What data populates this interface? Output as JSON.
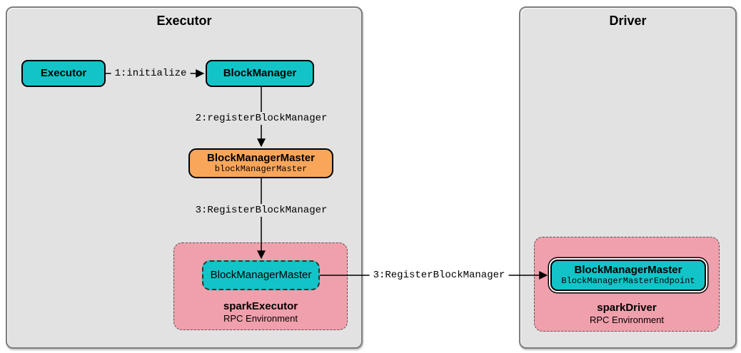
{
  "containers": {
    "executor": {
      "title": "Executor"
    },
    "driver": {
      "title": "Driver"
    }
  },
  "nodes": {
    "executor": {
      "label": "Executor"
    },
    "block_manager": {
      "label": "BlockManager"
    },
    "block_manager_master": {
      "label": "BlockManagerMaster",
      "sublabel": "blockManagerMaster"
    },
    "executor_rpc_ref": {
      "label": "BlockManagerMaster"
    },
    "driver_rpc_endpoint": {
      "label": "BlockManagerMaster",
      "sublabel": "BlockManagerMasterEndpoint"
    }
  },
  "environments": {
    "spark_executor": {
      "name": "sparkExecutor",
      "type": "RPC Environment"
    },
    "spark_driver": {
      "name": "sparkDriver",
      "type": "RPC Environment"
    }
  },
  "edges": {
    "initialize": {
      "label": "1:initialize"
    },
    "register_block_manager": {
      "label": "2:registerBlockManager"
    },
    "register_block_manager_rpc": {
      "label": "3:RegisterBlockManager"
    },
    "register_block_manager_remote": {
      "label": "3:RegisterBlockManager"
    }
  },
  "colors": {
    "teal": "#12C4C8",
    "orange": "#F9A65B",
    "pink": "#F0A0AC",
    "surface": "#E2E2E2"
  }
}
